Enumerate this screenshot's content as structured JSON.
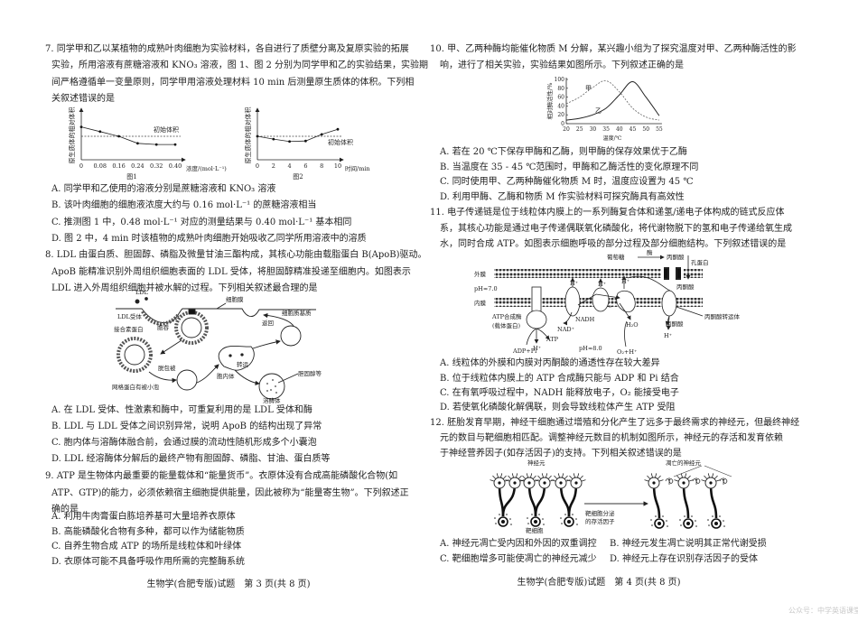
{
  "left": {
    "q7": {
      "stem": [
        "7. 同学甲和乙以某植物的成熟叶肉细胞为实验材料，各自进行了质壁分离及复原实验的拓展",
        "实验，所用溶液有蔗糖溶液和 KNO₃ 溶液，图 1、图 2 分别为同学甲和乙的实验结果，实验期",
        "间严格遵循单一变量原则，同学甲用溶液处理材料 10 min 后测量原生质体的体积。下列相",
        "关叙述错误的是"
      ],
      "fig1": {
        "ylabel": "原生质体的相对体积",
        "xlabel": "浓度/(mol·L⁻¹)",
        "caption": "图1",
        "ref_label": "初始体积",
        "ticks": [
          "0",
          "0.08",
          "0.16",
          "0.24",
          "0.32",
          "0.40"
        ],
        "x": [
          0,
          0.08,
          0.16,
          0.24,
          0.32,
          0.4
        ],
        "y": [
          1.4,
          1.2,
          1.0,
          0.7,
          0.65,
          0.65
        ],
        "ref": 1.0
      },
      "fig2": {
        "ylabel": "原生质体的相对体积",
        "xlabel": "时间/min",
        "caption": "图2",
        "ref_label": "初始体积",
        "ticks": [
          "0",
          "2",
          "4",
          "6",
          "8",
          "10"
        ],
        "x": [
          0,
          2,
          4,
          6,
          8,
          10
        ],
        "y": [
          1.0,
          0.88,
          0.78,
          0.8,
          1.08,
          1.3
        ],
        "ref": 1.0
      },
      "options": [
        "A. 同学甲和乙使用的溶液分别是蔗糖溶液和 KNO₃ 溶液",
        "B. 该叶肉细胞的细胞液浓度大约与 0.16 mol·L⁻¹ 的蔗糖溶液相当",
        "C. 推测图 1 中，0.48 mol·L⁻¹ 对应的测量结果与 0.40 mol·L⁻¹ 基本相同",
        "D. 图 2 中，4 min 时该植物的成熟叶肉细胞开始吸收乙同学所用溶液中的溶质"
      ]
    },
    "q8": {
      "stem": [
        "8. LDL 由蛋白质、胆固醇、磷脂及微量甘油三酯构成，其核心功能由载脂蛋白 B(ApoB)驱动。",
        "ApoB 能精准识别外周组织细胞表面的 LDL 受体，将胆固醇精准投递至细胞内。如图表示",
        "LDL 进入外周组织细胞并被水解的过程。下列相关叙述最合理的是"
      ],
      "diagram": {
        "ldl": "LDL",
        "receptor": "LDL受体",
        "adaptor": "接合素蛋白",
        "endocytosis": "胞吞",
        "membrane": "细胞膜",
        "cytoplasm": "细胞质基质",
        "return": "返回",
        "coated_vesicle": "网格蛋白有被小泡",
        "uncoat": "脱包被",
        "endosome": "胞内体",
        "transport": "转运",
        "cholesterol": "胆固醇等",
        "lysosome": "溶酶体"
      },
      "options": [
        "A. 在 LDL 受体、性激素和酶中，可重复利用的是 LDL 受体和酶",
        "B. LDL 与 LDL 受体之间识别异常，说明 ApoB 的结构出现了异常",
        "C. 胞内体与溶酶体融合前，会通过膜的流动性随机形成多个小囊泡",
        "D. LDL 经溶酶体分解后的最终产物有胆固醇、磷脂、甘油、蛋白质等"
      ]
    },
    "q9": {
      "stem": [
        "9. ATP 是生物体内最重要的能量载体和“能量货币”。衣原体没有合成高能磷酸化合物(如",
        "ATP、GTP)的能力，必须依赖宿主细胞提供能量，因此被称为“能量寄生物”。下列叙述正",
        "确的是"
      ],
      "options": [
        "A. 利用牛肉膏蛋白胨培养基可大量培养衣原体",
        "B. 高能磷酸化合物有多种，都可以作为储能物质",
        "C. 自养生物合成 ATP 的场所是线粒体和叶绿体",
        "D. 衣原体可能不具备呼吸作用所需的完整酶系统"
      ]
    },
    "footer": "生物学(合肥专版)试题　第 3 页(共 8 页)"
  },
  "right": {
    "q10": {
      "stem": [
        "10. 甲、乙两种酶均能催化物质 M 分解，某兴趣小组为了探究温度对甲、乙两种酶活性的影",
        "响，进行了相关实验，实验结果如图所示。下列叙述正确的是"
      ],
      "chart_data": {
        "type": "line",
        "xlabel": "温度/℃",
        "ylabel": "相对酶活性/%",
        "x": [
          20,
          25,
          30,
          35,
          40,
          45,
          50,
          55
        ],
        "xticks": [
          "20",
          "25",
          "30",
          "35",
          "40",
          "45",
          "50",
          "55"
        ],
        "yticks": [
          "0",
          "20",
          "40",
          "60",
          "80",
          "100"
        ],
        "xlim": [
          20,
          55
        ],
        "ylim": [
          0,
          100
        ],
        "series": [
          {
            "name": "甲",
            "style": "dashed",
            "values": [
              45,
              60,
              82,
              97,
              72,
              35,
              15,
              8
            ]
          },
          {
            "name": "乙",
            "style": "solid",
            "values": [
              8,
              12,
              20,
              35,
              65,
              95,
              60,
              18
            ]
          }
        ]
      },
      "options": [
        "A. 若在 20 ℃下保存甲酶和乙酶，则甲酶的保存效果优于乙酶",
        "B. 当温度在 35 - 45 ℃范围时，甲酶和乙酶活性的变化原理不同",
        "C. 同时使用甲、乙两种酶催化物质 M 时，温度应设置为 45 ℃",
        "D. 利用甲酶、乙酶和物质 M 作实验材料可探究酶具有高效性"
      ]
    },
    "q11": {
      "stem": [
        "11. 电子传递链是位于线粒体内膜上的一系列酶复合体和递氢/递电子体构成的链式反应体",
        "系，其核心功能是通过电子传递偶联氧化磷酸化，将代谢物脱下的氢和电子传递给氧生成",
        "水，同时合成 ATP。如图表示细胞呼吸的部分过程及部分细胞结构。下列叙述错误的是"
      ],
      "diagram": {
        "glucose": "葡萄糖",
        "enzyme": "酶",
        "pyruvate_top": "丙酮酸",
        "porin": "孔蛋白",
        "outer": "外膜",
        "ph_outer": "pH≈7.0",
        "inner": "内膜",
        "pyruvate_mid": "丙酮酸",
        "atp_synthase": "ATP合成酶",
        "carrier": "(载体蛋白)",
        "adp": "ADP+Pi",
        "atp": "ATP",
        "h": "H⁺",
        "nad": "NAD⁺",
        "nadh": "NADH",
        "ph_inner": "pH≈8.0",
        "h2o": "H₂O",
        "o2": "O₂+H⁺",
        "transporter": "丙酮酸转运体",
        "pyruvate_bottom": "丙酮酸",
        "e": "e⁻"
      },
      "options": [
        "A. 线粒体的外膜和内膜对丙酮酸的通透性存在较大差异",
        "B. 位于线粒体内膜上的 ATP 合成酶只能与 ADP 和 Pi 结合",
        "C. 在有氧呼吸过程中，NADH 能释放电子，O₂ 能接受电子",
        "D. 若使氧化磷酸化解偶联，则会导致线粒体产生 ATP 受阻"
      ]
    },
    "q12": {
      "stem": [
        "12. 胚胎发育早期，神经干细胞通过增殖和分化产生了远多于最终需求的神经元，但最终神经",
        "元的数目与靶细胞相匹配。调整神经元数目的机制如图所示，神经元的存活和发育依赖",
        "于神经营养因子(如存活因子)的支持。下列相关叙述错误的是"
      ],
      "diagram": {
        "neuron": "神经元",
        "target": "靶细胞",
        "factor_1": "靶细胞分泌",
        "factor_2": "的存活因子",
        "apoptotic": "凋亡的神经元"
      },
      "options": [
        "A. 神经元凋亡受内因和外因的双重调控",
        "B. 神经元发生凋亡说明其正常代谢受损",
        "C. 靶细胞增多可能使凋亡的神经元减少",
        "D. 神经元上存在识别存活因子的受体"
      ]
    },
    "footer": "生物学(合肥专版)试题　第 4 页(共 8 页)"
  },
  "watermark": "公众号：中学英语课堂"
}
